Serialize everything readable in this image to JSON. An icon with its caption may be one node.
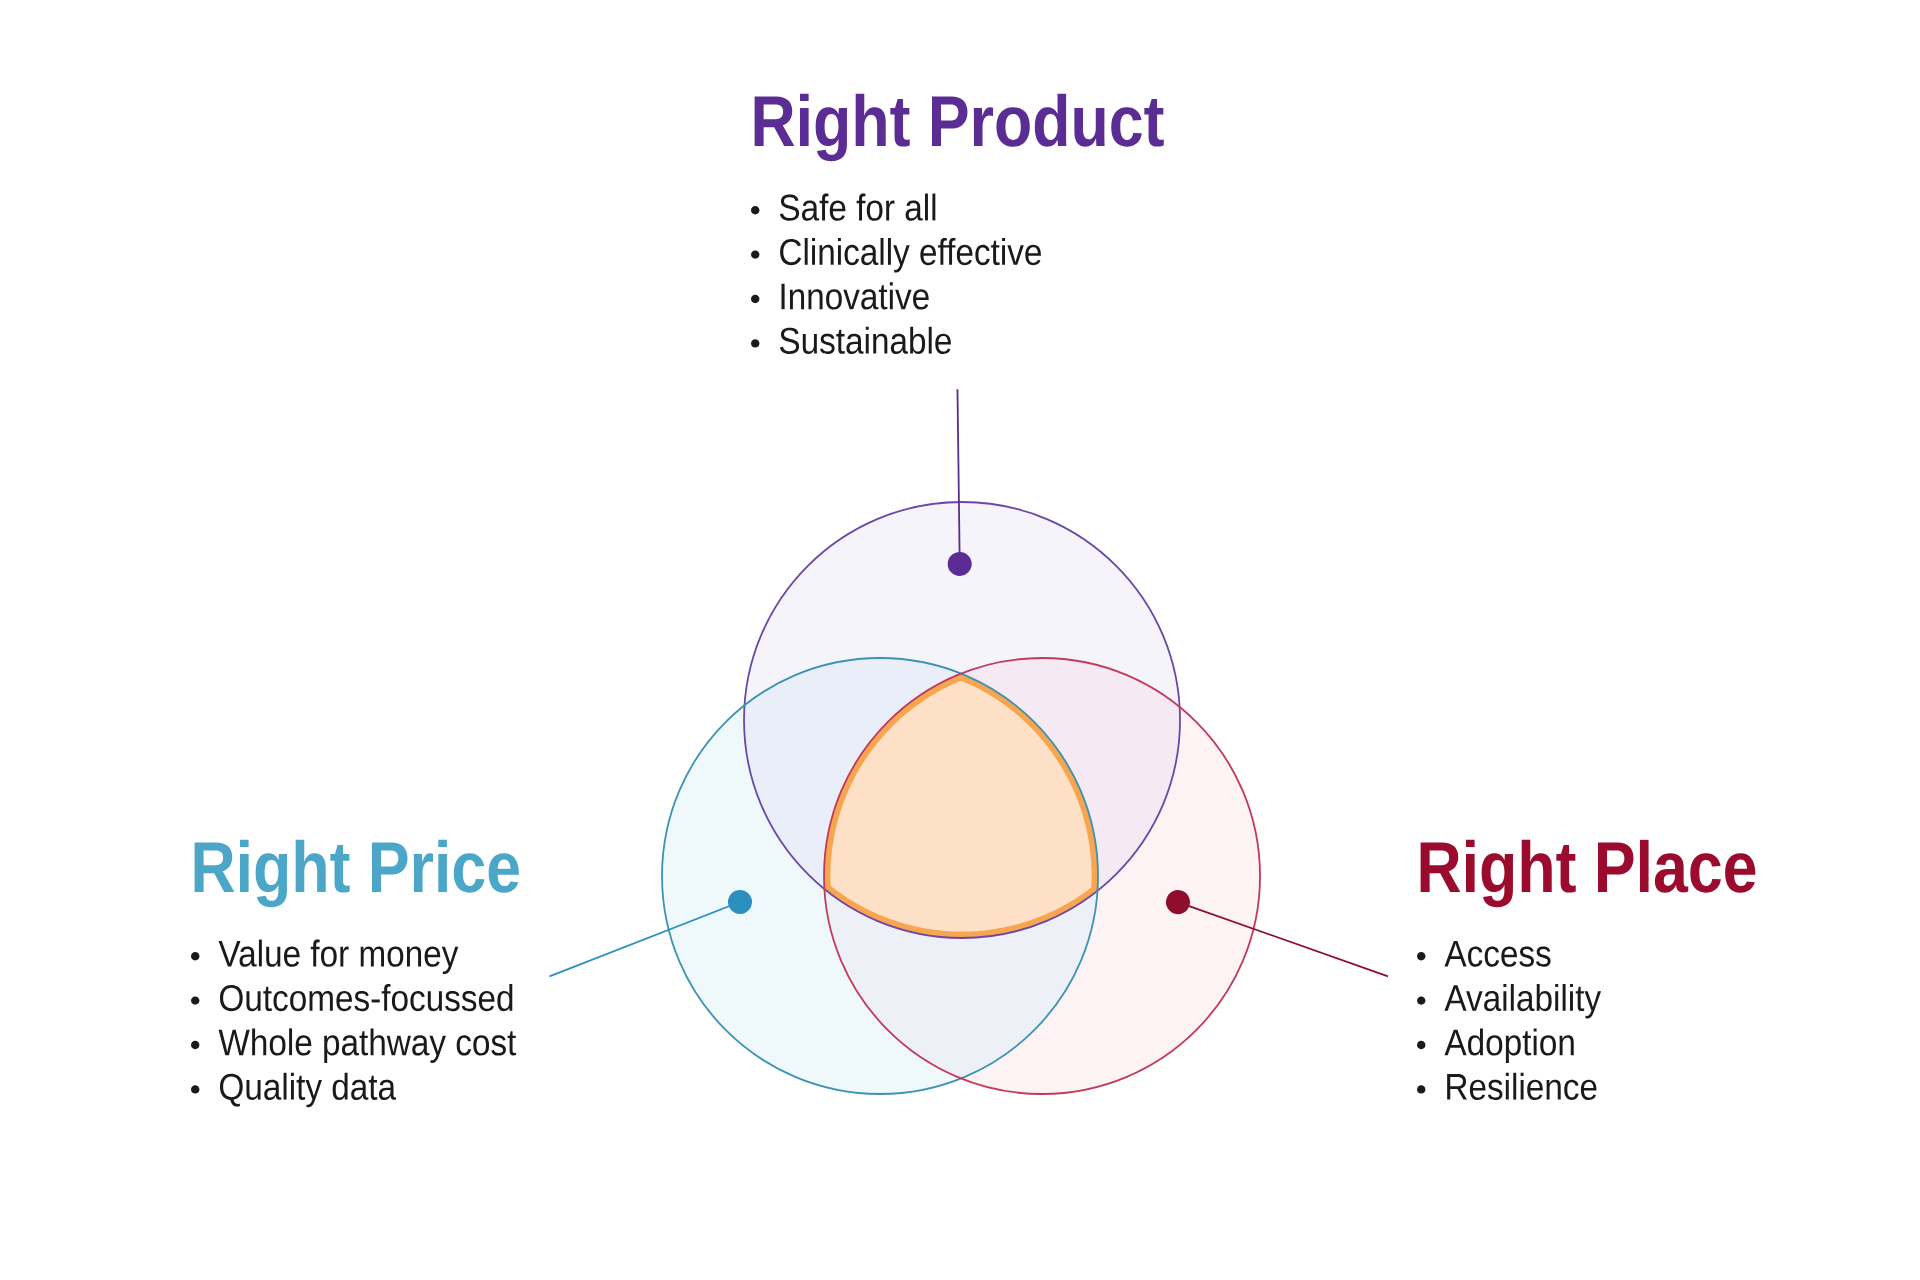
{
  "diagram": {
    "nodes": [
      {
        "text": [
          "Right Product",
          "Safe for all",
          "Clinically effective",
          "Innovative",
          "Sustainable"
        ]
      },
      {
        "text": [],
        "shape": "circle"
      },
      {
        "text": [
          "Right Price",
          "Value for money",
          "Outcomes-focussed",
          "Whole pathway cost",
          "Quality data"
        ]
      },
      {
        "text": [],
        "shape": "circle"
      },
      {
        "text": [
          "Right Place",
          "Access",
          "Availability",
          "Adoption",
          "Resilience"
        ]
      },
      {
        "text": [],
        "shape": "circle"
      }
    ],
    "edges": [
      {
        "from": 0,
        "to": 1,
        "arrow": "other",
        "color": "#5b2c94"
      },
      {
        "from": 2,
        "to": 3,
        "arrow": "other",
        "color": "#2b8fbf"
      },
      {
        "from": 4,
        "to": 5,
        "arrow": "other",
        "color": "#8f0e2e"
      }
    ]
  }
}
